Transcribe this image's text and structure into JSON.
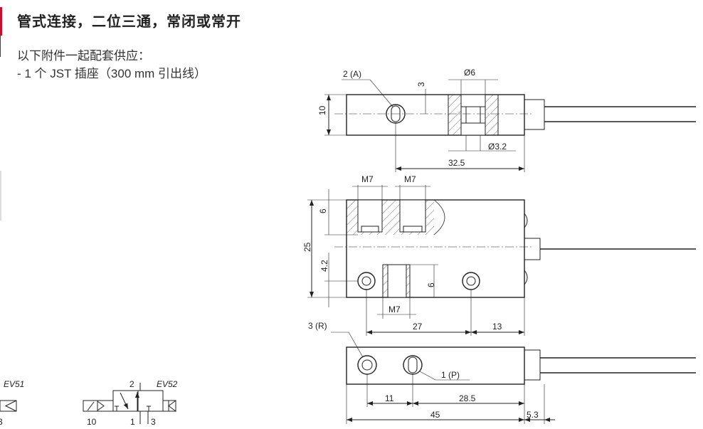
{
  "title": "管式连接，二位三通，常闭或常开",
  "description": {
    "line1": "以下附件一起配套供应：",
    "line2": "- 1 个 JST 插座（300 mm 引出线）"
  },
  "drawing": {
    "top_view": {
      "port_a": "2 (A)",
      "dim_height": "10",
      "dim_3": "3",
      "dim_d6": "Ø6",
      "dim_d32": "Ø3.2",
      "dim_325": "32.5"
    },
    "front_view": {
      "m7_a": "M7",
      "m7_b": "M7",
      "dim_6a": "6",
      "dim_25": "25",
      "dim_42": "4.2",
      "dim_6b": "6",
      "m7_c": "M7",
      "dim_27": "27",
      "dim_13": "13",
      "port_r": "3 (R)"
    },
    "bottom_view": {
      "port_p": "1 (P)",
      "dim_11": "11",
      "dim_285": "28.5",
      "dim_45": "45",
      "dim_53": "5.3"
    }
  },
  "symbols": {
    "ev51": "EV51",
    "ev51_port3": "3",
    "ev52": "EV52",
    "ev52_port2": "2",
    "ev52_port10": "10",
    "ev52_port1": "1",
    "ev52_port3": "3"
  }
}
